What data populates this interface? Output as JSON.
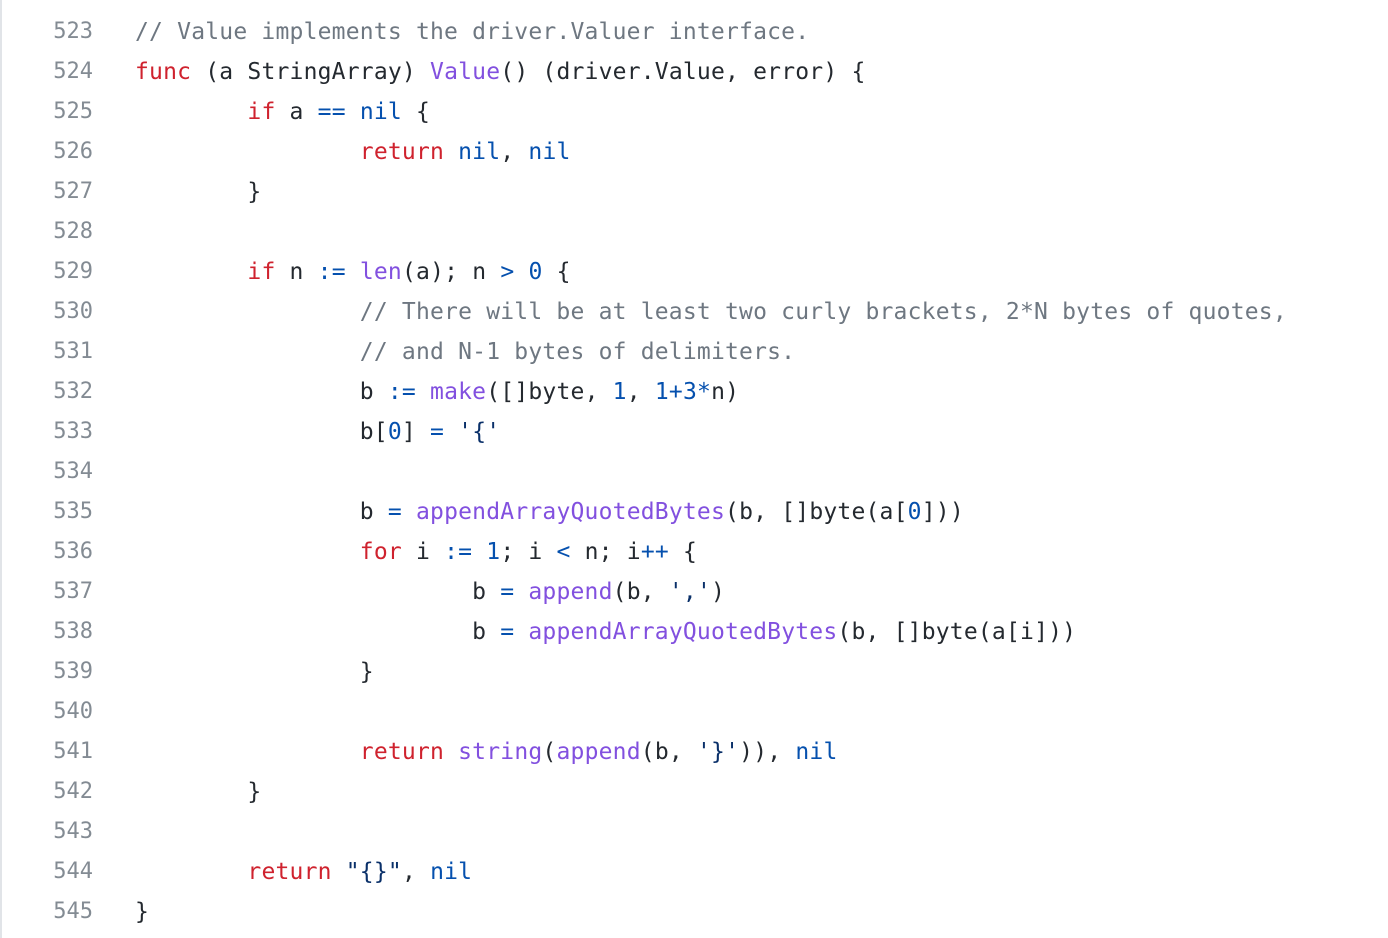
{
  "code_view": {
    "language": "go",
    "colors": {
      "comment": "#6e7781",
      "keyword": "#cf222e",
      "function": "#8250df",
      "constant": "#0550ae",
      "string": "#0a3069",
      "plain": "#24292f",
      "line_number": "#6e7781"
    },
    "lines": [
      {
        "number": "523",
        "tokens": [
          {
            "t": "// Value implements the driver.Valuer interface.",
            "k": "comment"
          }
        ]
      },
      {
        "number": "524",
        "tokens": [
          {
            "t": "func",
            "k": "keyword"
          },
          {
            "t": " (a StringArray) ",
            "k": "plain"
          },
          {
            "t": "Value",
            "k": "func"
          },
          {
            "t": "() (driver.Value, error) {",
            "k": "plain"
          }
        ]
      },
      {
        "number": "525",
        "tokens": [
          {
            "t": "        ",
            "k": "plain"
          },
          {
            "t": "if",
            "k": "keyword"
          },
          {
            "t": " a ",
            "k": "plain"
          },
          {
            "t": "==",
            "k": "const"
          },
          {
            "t": " ",
            "k": "plain"
          },
          {
            "t": "nil",
            "k": "const"
          },
          {
            "t": " {",
            "k": "plain"
          }
        ]
      },
      {
        "number": "526",
        "tokens": [
          {
            "t": "                ",
            "k": "plain"
          },
          {
            "t": "return",
            "k": "keyword"
          },
          {
            "t": " ",
            "k": "plain"
          },
          {
            "t": "nil",
            "k": "const"
          },
          {
            "t": ", ",
            "k": "plain"
          },
          {
            "t": "nil",
            "k": "const"
          }
        ]
      },
      {
        "number": "527",
        "tokens": [
          {
            "t": "        }",
            "k": "plain"
          }
        ]
      },
      {
        "number": "528",
        "tokens": []
      },
      {
        "number": "529",
        "tokens": [
          {
            "t": "        ",
            "k": "plain"
          },
          {
            "t": "if",
            "k": "keyword"
          },
          {
            "t": " n ",
            "k": "plain"
          },
          {
            "t": ":=",
            "k": "const"
          },
          {
            "t": " ",
            "k": "plain"
          },
          {
            "t": "len",
            "k": "func"
          },
          {
            "t": "(a); n ",
            "k": "plain"
          },
          {
            "t": ">",
            "k": "const"
          },
          {
            "t": " ",
            "k": "plain"
          },
          {
            "t": "0",
            "k": "const"
          },
          {
            "t": " {",
            "k": "plain"
          }
        ]
      },
      {
        "number": "530",
        "tokens": [
          {
            "t": "                ",
            "k": "plain"
          },
          {
            "t": "// There will be at least two curly brackets, 2*N bytes of quotes,",
            "k": "comment"
          }
        ]
      },
      {
        "number": "531",
        "tokens": [
          {
            "t": "                ",
            "k": "plain"
          },
          {
            "t": "// and N-1 bytes of delimiters.",
            "k": "comment"
          }
        ]
      },
      {
        "number": "532",
        "tokens": [
          {
            "t": "                b ",
            "k": "plain"
          },
          {
            "t": ":=",
            "k": "const"
          },
          {
            "t": " ",
            "k": "plain"
          },
          {
            "t": "make",
            "k": "func"
          },
          {
            "t": "([]byte, ",
            "k": "plain"
          },
          {
            "t": "1",
            "k": "const"
          },
          {
            "t": ", ",
            "k": "plain"
          },
          {
            "t": "1",
            "k": "const"
          },
          {
            "t": "+",
            "k": "const"
          },
          {
            "t": "3",
            "k": "const"
          },
          {
            "t": "*",
            "k": "const"
          },
          {
            "t": "n)",
            "k": "plain"
          }
        ]
      },
      {
        "number": "533",
        "tokens": [
          {
            "t": "                b[",
            "k": "plain"
          },
          {
            "t": "0",
            "k": "const"
          },
          {
            "t": "] ",
            "k": "plain"
          },
          {
            "t": "=",
            "k": "const"
          },
          {
            "t": " ",
            "k": "plain"
          },
          {
            "t": "'{'",
            "k": "string"
          }
        ]
      },
      {
        "number": "534",
        "tokens": []
      },
      {
        "number": "535",
        "tokens": [
          {
            "t": "                b ",
            "k": "plain"
          },
          {
            "t": "=",
            "k": "const"
          },
          {
            "t": " ",
            "k": "plain"
          },
          {
            "t": "appendArrayQuotedBytes",
            "k": "func"
          },
          {
            "t": "(b, []byte(a[",
            "k": "plain"
          },
          {
            "t": "0",
            "k": "const"
          },
          {
            "t": "]))",
            "k": "plain"
          }
        ]
      },
      {
        "number": "536",
        "tokens": [
          {
            "t": "                ",
            "k": "plain"
          },
          {
            "t": "for",
            "k": "keyword"
          },
          {
            "t": " i ",
            "k": "plain"
          },
          {
            "t": ":=",
            "k": "const"
          },
          {
            "t": " ",
            "k": "plain"
          },
          {
            "t": "1",
            "k": "const"
          },
          {
            "t": "; i ",
            "k": "plain"
          },
          {
            "t": "<",
            "k": "const"
          },
          {
            "t": " n; i",
            "k": "plain"
          },
          {
            "t": "++",
            "k": "const"
          },
          {
            "t": " {",
            "k": "plain"
          }
        ]
      },
      {
        "number": "537",
        "tokens": [
          {
            "t": "                        b ",
            "k": "plain"
          },
          {
            "t": "=",
            "k": "const"
          },
          {
            "t": " ",
            "k": "plain"
          },
          {
            "t": "append",
            "k": "func"
          },
          {
            "t": "(b, ",
            "k": "plain"
          },
          {
            "t": "','",
            "k": "string"
          },
          {
            "t": ")",
            "k": "plain"
          }
        ]
      },
      {
        "number": "538",
        "tokens": [
          {
            "t": "                        b ",
            "k": "plain"
          },
          {
            "t": "=",
            "k": "const"
          },
          {
            "t": " ",
            "k": "plain"
          },
          {
            "t": "appendArrayQuotedBytes",
            "k": "func"
          },
          {
            "t": "(b, []byte(a[i]))",
            "k": "plain"
          }
        ]
      },
      {
        "number": "539",
        "tokens": [
          {
            "t": "                }",
            "k": "plain"
          }
        ]
      },
      {
        "number": "540",
        "tokens": []
      },
      {
        "number": "541",
        "tokens": [
          {
            "t": "                ",
            "k": "plain"
          },
          {
            "t": "return",
            "k": "keyword"
          },
          {
            "t": " ",
            "k": "plain"
          },
          {
            "t": "string",
            "k": "func"
          },
          {
            "t": "(",
            "k": "plain"
          },
          {
            "t": "append",
            "k": "func"
          },
          {
            "t": "(b, ",
            "k": "plain"
          },
          {
            "t": "'}'",
            "k": "string"
          },
          {
            "t": ")), ",
            "k": "plain"
          },
          {
            "t": "nil",
            "k": "const"
          }
        ]
      },
      {
        "number": "542",
        "tokens": [
          {
            "t": "        }",
            "k": "plain"
          }
        ]
      },
      {
        "number": "543",
        "tokens": []
      },
      {
        "number": "544",
        "tokens": [
          {
            "t": "        ",
            "k": "plain"
          },
          {
            "t": "return",
            "k": "keyword"
          },
          {
            "t": " ",
            "k": "plain"
          },
          {
            "t": "\"{}\"",
            "k": "string"
          },
          {
            "t": ", ",
            "k": "plain"
          },
          {
            "t": "nil",
            "k": "const"
          }
        ]
      },
      {
        "number": "545",
        "tokens": [
          {
            "t": "}",
            "k": "plain"
          }
        ]
      }
    ]
  }
}
